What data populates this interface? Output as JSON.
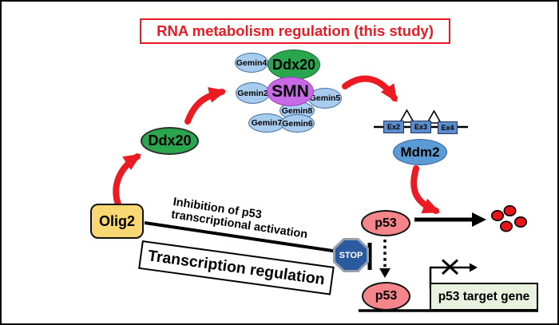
{
  "title": "RNA metabolism regulation (this study)",
  "colors": {
    "accent_red": "#EC1B23",
    "ddx20_green": "#2AA64F",
    "smn_purple": "#C869E6",
    "gemin_blue": "#A8CCEE",
    "mdm2_blue": "#5B9BD5",
    "exon_blue": "#5C8CC9",
    "olig2_yellow": "#F9D873",
    "p53_pink": "#F4868B",
    "stop_blue": "#2C5A9E",
    "gene_box_green": "#E9F1DF"
  },
  "complex": {
    "gemin4": "Gemin4",
    "ddx20": "Ddx20",
    "gemin2": "Gemin2",
    "smn": "SMN",
    "gemin5": "Gemin5",
    "gemin8": "Gemin8",
    "gemin7": "Gemin7",
    "gemin6": "Gemin6"
  },
  "nodes": {
    "ddx20": "Ddx20",
    "olig2": "Olig2",
    "mdm2": "Mdm2",
    "p53_upper": "p53",
    "p53_lower": "p53",
    "stop": "STOP"
  },
  "exons": {
    "ex2": "Ex2",
    "ex3": "Ex3",
    "ex4": "Ex4"
  },
  "labels": {
    "inhibition_line1": "Inhibition of p53",
    "inhibition_line2": "transcriptional activation",
    "transcription_box": "Transcription regulation",
    "target_gene": "p53 target gene"
  }
}
